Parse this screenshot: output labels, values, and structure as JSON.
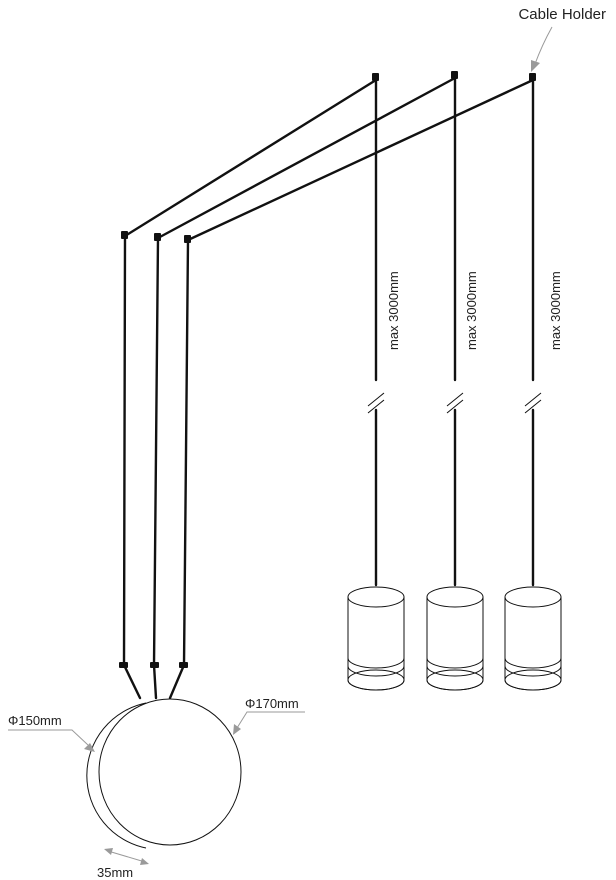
{
  "diagram": {
    "labels": {
      "cable_holder": "Cable Holder",
      "cable_length": "max 3000mm",
      "canopy_front_diameter": "Φ170mm",
      "canopy_back_diameter": "Φ150mm",
      "canopy_depth": "35mm"
    },
    "pendant_count": 3,
    "colors": {
      "line": "#111111",
      "annotation": "#9a9a9a",
      "text": "#222222",
      "background": "#ffffff"
    }
  }
}
